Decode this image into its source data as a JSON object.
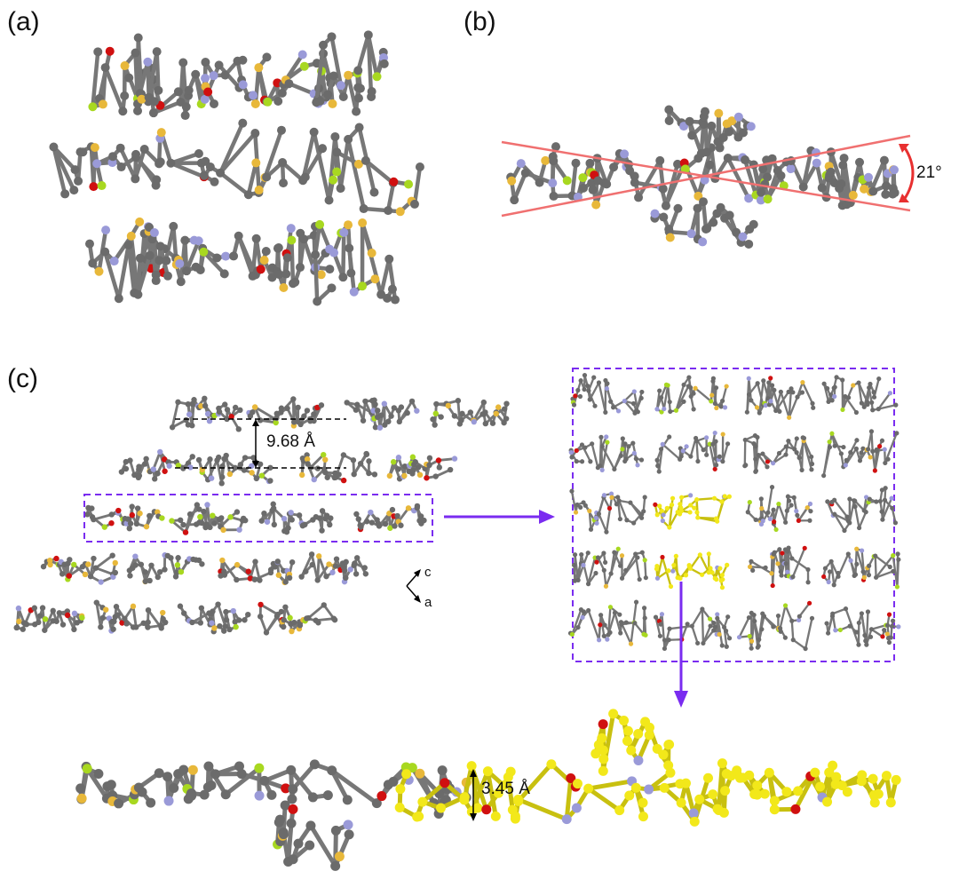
{
  "figure": {
    "panel_a_label": "(a)",
    "panel_b_label": "(b)",
    "panel_c_label": "(c)",
    "angle_label": "21°",
    "stack_distance_label": "9.68 Å",
    "pi_stack_distance_label": "3.45 Å",
    "axis_c_label": "c",
    "axis_a_label": "a"
  },
  "colors": {
    "carbon": "#6b6b6b",
    "sulfur": "#e8b83a",
    "nitrogen": "#9a9ad8",
    "oxygen": "#d01010",
    "fluorine": "#a8d820",
    "highlight": "#f2e81a",
    "box": "#7a2cf0",
    "angle": "#e83030"
  }
}
